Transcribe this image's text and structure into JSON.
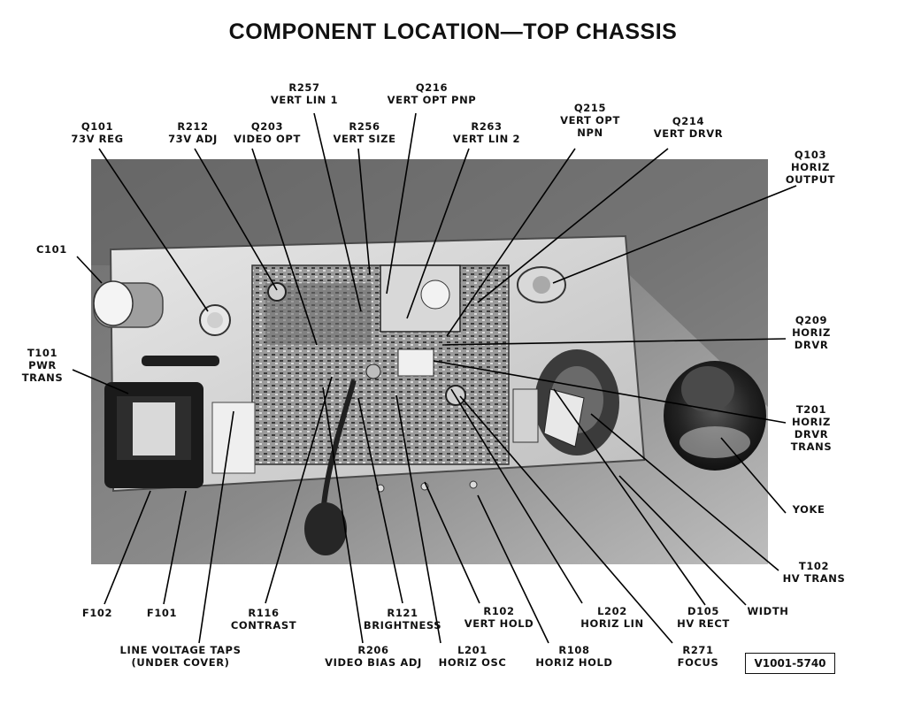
{
  "title": "COMPONENT LOCATION—TOP CHASSIS",
  "document_id": "V1001-5740",
  "labels": {
    "q101": [
      "Q101",
      "73V REG"
    ],
    "r212": [
      "R212",
      "73V ADJ"
    ],
    "q203": [
      "Q203",
      "VIDEO OPT"
    ],
    "r257": [
      "R257",
      "VERT LIN 1"
    ],
    "r256": [
      "R256",
      "VERT SIZE"
    ],
    "q216": [
      "Q216",
      "VERT OPT PNP"
    ],
    "r263": [
      "R263",
      "VERT LIN 2"
    ],
    "q215": [
      "Q215",
      "VERT OPT",
      "NPN"
    ],
    "q214": [
      "Q214",
      "VERT DRVR"
    ],
    "q103": [
      "Q103",
      "HORIZ",
      "OUTPUT"
    ],
    "c101": [
      "C101"
    ],
    "t101": [
      "T101",
      "PWR",
      "TRANS"
    ],
    "q209": [
      "Q209",
      "HORIZ",
      "DRVR"
    ],
    "t201": [
      "T201",
      "HORIZ",
      "DRVR",
      "TRANS"
    ],
    "yoke": [
      "YOKE"
    ],
    "t102": [
      "T102",
      "HV TRANS"
    ],
    "f102": [
      "F102"
    ],
    "f101": [
      "F101"
    ],
    "r116": [
      "R116",
      "CONTRAST"
    ],
    "r121": [
      "R121",
      "BRIGHTNESS"
    ],
    "r102": [
      "R102",
      "VERT HOLD"
    ],
    "l202": [
      "L202",
      "HORIZ LIN"
    ],
    "d105": [
      "D105",
      "HV RECT"
    ],
    "width": [
      "WIDTH"
    ],
    "line_taps": [
      "LINE VOLTAGE TAPS",
      "(UNDER COVER)"
    ],
    "r206": [
      "R206",
      "VIDEO BIAS ADJ"
    ],
    "l201": [
      "L201",
      "HORIZ OSC"
    ],
    "r108": [
      "R108",
      "HORIZ HOLD"
    ],
    "r271": [
      "R271",
      "FOCUS"
    ]
  }
}
